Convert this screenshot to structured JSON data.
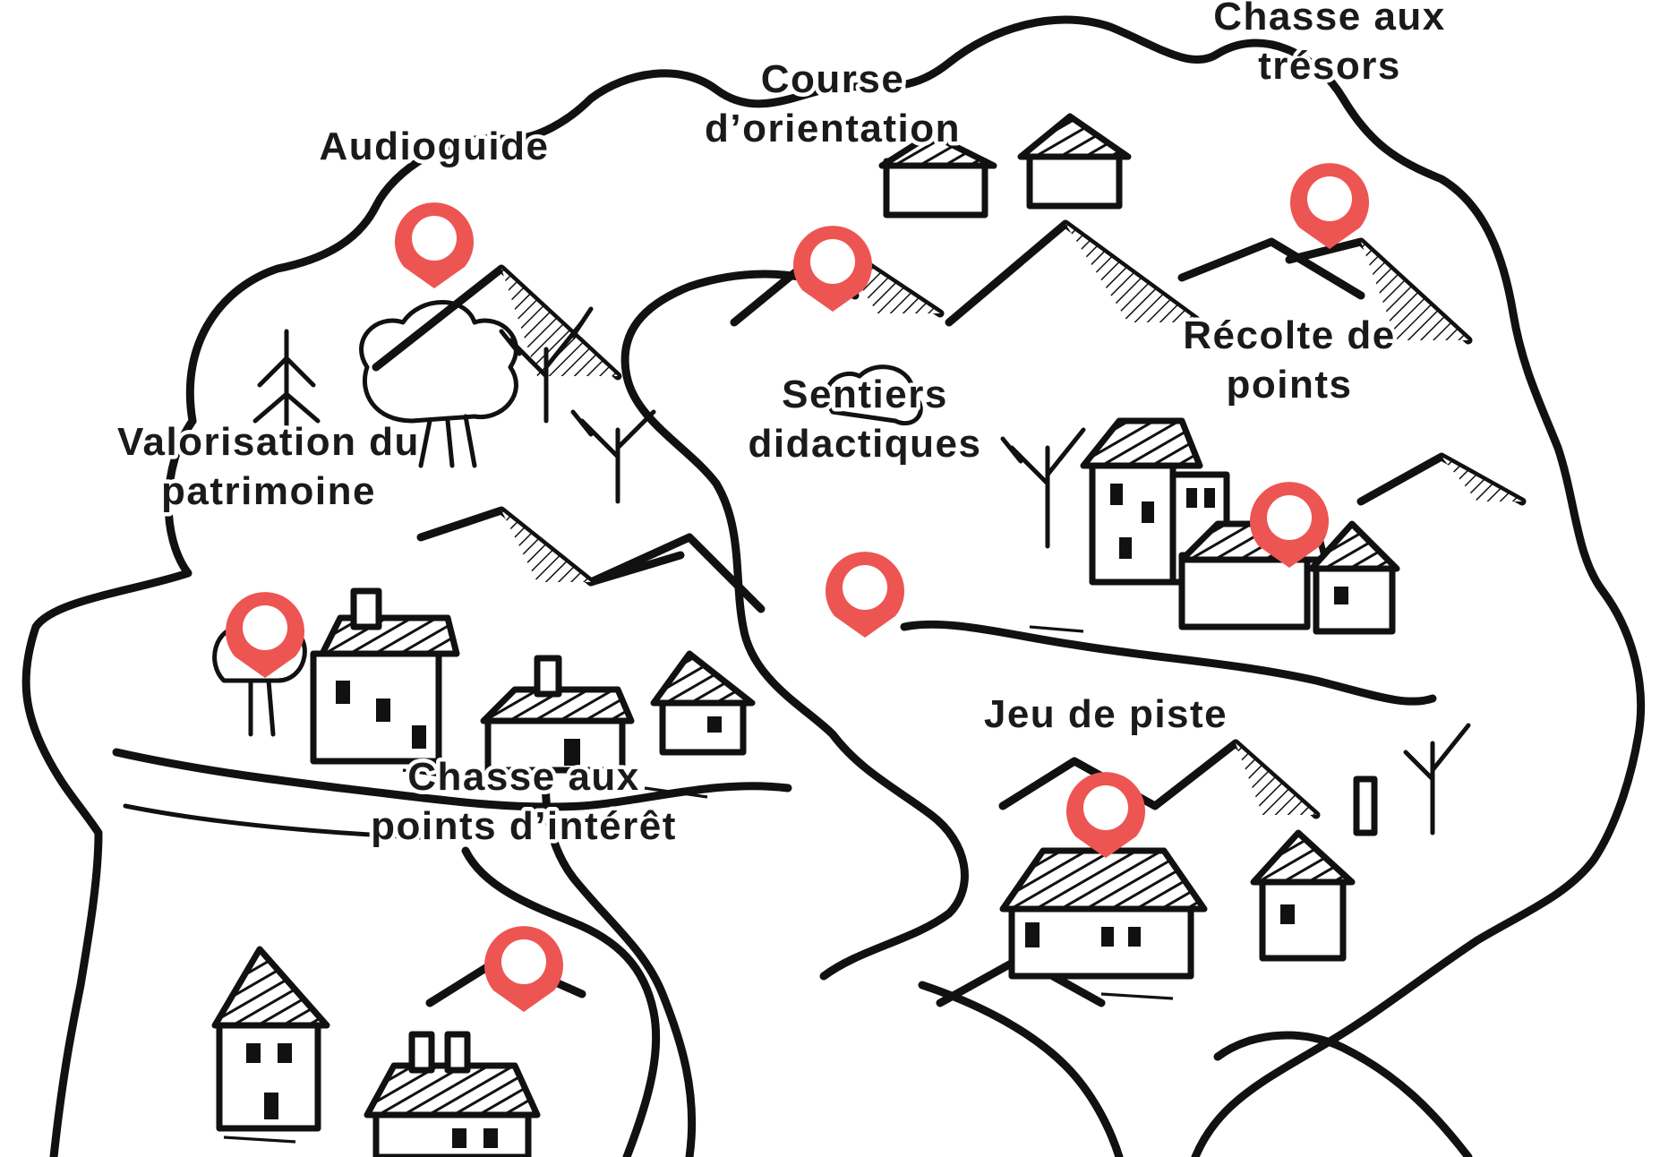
{
  "map": {
    "colors": {
      "ink": "#111111",
      "paper": "#ffffff",
      "marker": "#ed5552"
    },
    "locations": [
      {
        "id": "audioguide",
        "lines": [
          "Audioguide"
        ],
        "icon": "map-pin-icon"
      },
      {
        "id": "course-orientation",
        "lines": [
          "Course",
          "d’orientation"
        ],
        "icon": "map-pin-icon"
      },
      {
        "id": "chasse-tresors",
        "lines": [
          "Chasse aux",
          "trésors"
        ],
        "icon": "map-pin-icon"
      },
      {
        "id": "recolte-points",
        "lines": [
          "Récolte de",
          "points"
        ],
        "icon": "map-pin-icon"
      },
      {
        "id": "sentiers-didactiques",
        "lines": [
          "Sentiers",
          "didactiques"
        ],
        "icon": "map-pin-icon"
      },
      {
        "id": "valorisation-patrimoine",
        "lines": [
          "Valorisation du",
          "patrimoine"
        ],
        "icon": "map-pin-icon"
      },
      {
        "id": "jeu-de-piste",
        "lines": [
          "Jeu de piste"
        ],
        "icon": "map-pin-icon"
      },
      {
        "id": "chasse-points-interet",
        "lines": [
          "Chasse aux",
          "points d’intérêt"
        ],
        "icon": "map-pin-icon"
      }
    ]
  }
}
